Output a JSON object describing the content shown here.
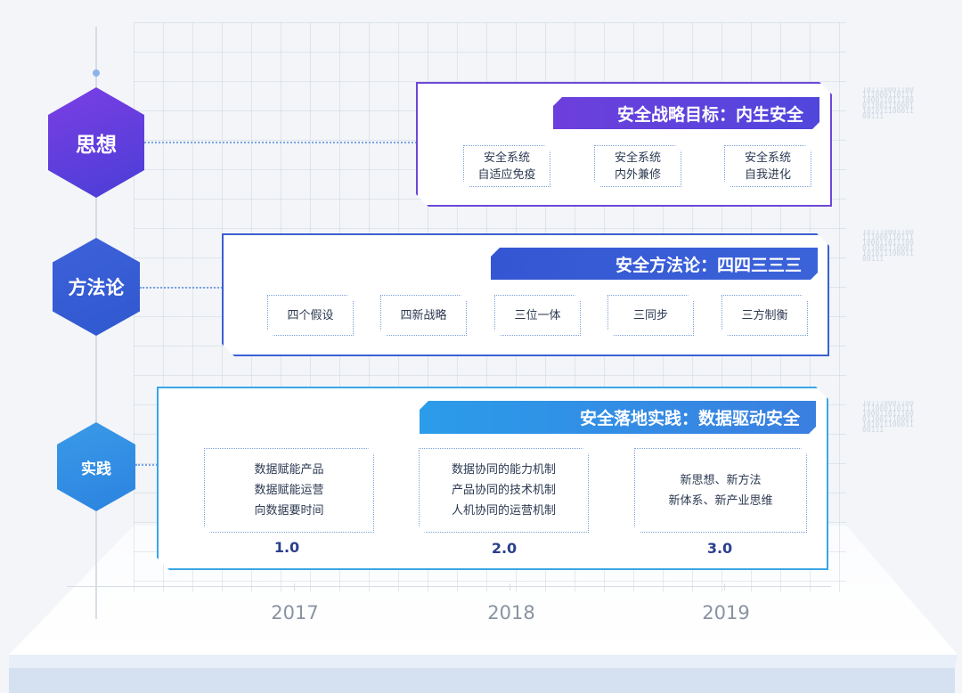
{
  "tiers": [
    {
      "hex_label": "思想",
      "banner": "安全战略目标：内生安全",
      "items": [
        {
          "line1": "安全系统",
          "line2": "自适应免疫"
        },
        {
          "line1": "安全系统",
          "line2": "内外兼修"
        },
        {
          "line1": "安全系统",
          "line2": "自我进化"
        }
      ]
    },
    {
      "hex_label": "方法论",
      "banner": "安全方法论：四四三三三",
      "items": [
        "四个假设",
        "四新战略",
        "三位一体",
        "三同步",
        "三方制衡"
      ]
    },
    {
      "hex_label": "实践",
      "banner": "安全落地实践：数据驱动安全",
      "stages": [
        {
          "lines": [
            "数据赋能产品",
            "数据赋能运营",
            "向数据要时间"
          ],
          "version": "1.0"
        },
        {
          "lines": [
            "数据协同的能力机制",
            "产品协同的技术机制",
            "人机协同的运营机制"
          ],
          "version": "2.0"
        },
        {
          "lines": [
            "新思想、新方法",
            "新体系、新产业思维"
          ],
          "version": "3.0"
        }
      ]
    }
  ],
  "timeline": {
    "years": [
      "2017",
      "2018",
      "2019"
    ]
  },
  "colors": {
    "tier1": "#6c48d8",
    "tier2": "#3c5fd3",
    "tier3": "#3aa6e6",
    "version_text": "#2b3f8d",
    "year_text": "#8a93a2"
  }
}
